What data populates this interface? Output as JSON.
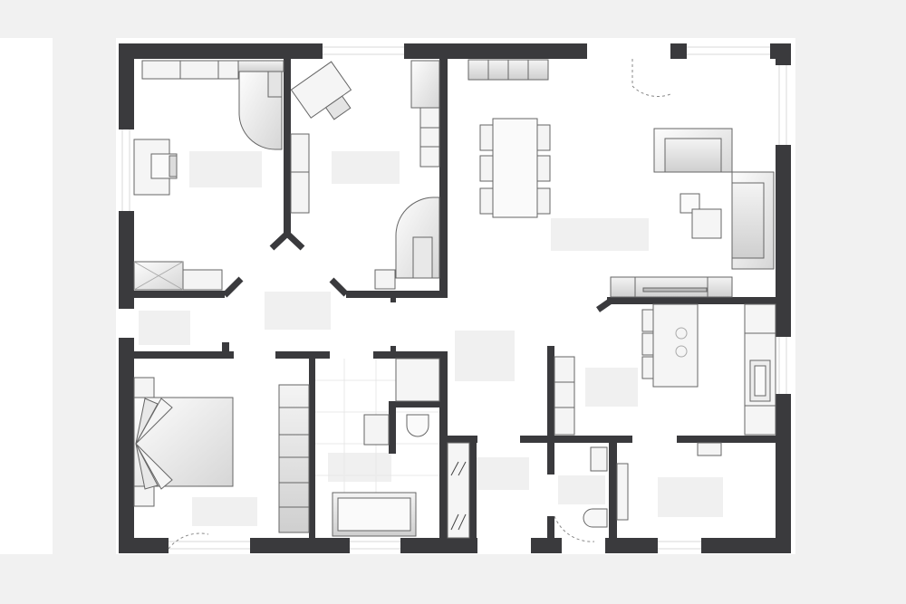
{
  "plan": {
    "wall_color": "#3a3a3d",
    "floor_color": "#ffffff",
    "background_color": "#f1f1f1",
    "furniture_fill": "#f5f5f5",
    "furniture_stroke": "#555555",
    "label_placeholder_color": "#f0f0f0",
    "rooms": [
      {
        "id": "office-left",
        "label": ""
      },
      {
        "id": "office-right",
        "label": ""
      },
      {
        "id": "living-dining",
        "label": ""
      },
      {
        "id": "hallway",
        "label": ""
      },
      {
        "id": "entry",
        "label": ""
      },
      {
        "id": "bedroom",
        "label": ""
      },
      {
        "id": "bathroom",
        "label": ""
      },
      {
        "id": "storage",
        "label": ""
      },
      {
        "id": "corridor",
        "label": ""
      },
      {
        "id": "kitchen",
        "label": ""
      },
      {
        "id": "wc",
        "label": ""
      },
      {
        "id": "utility",
        "label": ""
      }
    ]
  }
}
